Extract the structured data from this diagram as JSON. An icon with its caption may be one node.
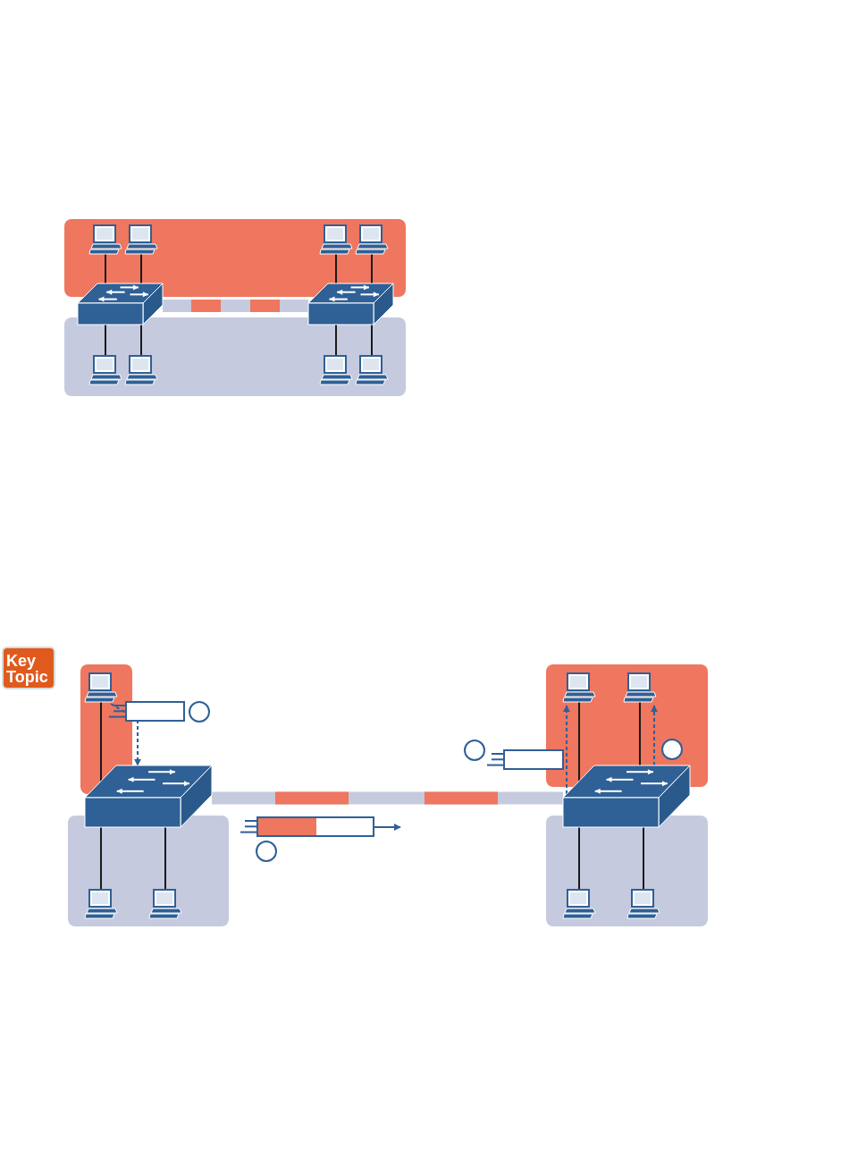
{
  "diagram": {
    "nodes": [
      {
        "text": [],
        "shape": "computer"
      },
      {
        "text": [],
        "shape": "computer"
      },
      {
        "text": [],
        "shape": "computer"
      },
      {
        "text": [],
        "shape": "computer"
      },
      {
        "text": [],
        "shape": "switch"
      },
      {
        "text": [],
        "shape": "switch"
      },
      {
        "text": [],
        "shape": "computer"
      },
      {
        "text": [],
        "shape": "computer"
      },
      {
        "text": [],
        "shape": "computer"
      },
      {
        "text": [],
        "shape": "computer"
      },
      {
        "text": [],
        "shape": "computer"
      },
      {
        "text": [],
        "shape": "computer"
      },
      {
        "text": [],
        "shape": "computer"
      },
      {
        "text": [],
        "shape": "switch"
      },
      {
        "text": [],
        "shape": "switch"
      },
      {
        "text": [],
        "shape": "computer"
      },
      {
        "text": [],
        "shape": "computer"
      },
      {
        "text": [],
        "shape": "computer"
      },
      {
        "text": [],
        "shape": "computer"
      }
    ],
    "edges": [
      {
        "from": 0,
        "to": 4,
        "arrow": "none"
      },
      {
        "from": 1,
        "to": 4,
        "arrow": "none"
      },
      {
        "from": 2,
        "to": 5,
        "arrow": "none"
      },
      {
        "from": 3,
        "to": 5,
        "arrow": "none"
      },
      {
        "from": 4,
        "to": 6,
        "arrow": "none"
      },
      {
        "from": 4,
        "to": 7,
        "arrow": "none"
      },
      {
        "from": 5,
        "to": 8,
        "arrow": "none"
      },
      {
        "from": 5,
        "to": 9,
        "arrow": "none"
      },
      {
        "from": 4,
        "to": 5,
        "arrow": "none",
        "style": "thick",
        "color": "#c5cadf"
      },
      {
        "from": 10,
        "to": 13,
        "arrow": "none"
      },
      {
        "from": 11,
        "to": 14,
        "arrow": "none"
      },
      {
        "from": 12,
        "to": 14,
        "arrow": "none"
      },
      {
        "from": 13,
        "to": 15,
        "arrow": "none"
      },
      {
        "from": 13,
        "to": 16,
        "arrow": "none"
      },
      {
        "from": 14,
        "to": 17,
        "arrow": "none"
      },
      {
        "from": 14,
        "to": 18,
        "arrow": "none"
      },
      {
        "from": 13,
        "to": 14,
        "arrow": "none",
        "style": "thick",
        "color": "#c5cadf"
      },
      {
        "from": 10,
        "to": 13,
        "arrow": "to",
        "style": "dashed",
        "color": "#2f6096"
      },
      {
        "from": 14,
        "to": 11,
        "arrow": "to",
        "style": "dashed",
        "color": "#2f6096"
      },
      {
        "from": 14,
        "to": 12,
        "arrow": "to",
        "style": "dashed",
        "color": "#2f6096"
      }
    ],
    "labels": [
      "Key Topic"
    ]
  }
}
